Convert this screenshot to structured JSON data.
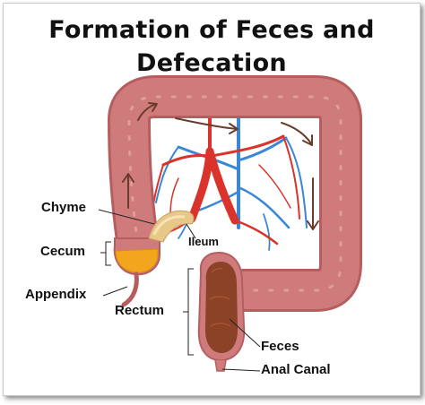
{
  "title": {
    "line1": "Formation of Feces and",
    "line2": "Defecation"
  },
  "labels": {
    "chyme": "Chyme",
    "ileum": "Ileum",
    "cecum": "Cecum",
    "appendix": "Appendix",
    "rectum": "Rectum",
    "feces": "Feces",
    "anal_canal": "Anal Canal"
  },
  "colors": {
    "colon": "#cf7b7b",
    "colon_edge": "#b55e60",
    "fold": "#e4a6a6",
    "artery": "#d9332b",
    "vein": "#3a87d6",
    "cecum_fill": "#f2a51d",
    "feces": "#8b4226",
    "arrow": "#6b3b2b"
  }
}
